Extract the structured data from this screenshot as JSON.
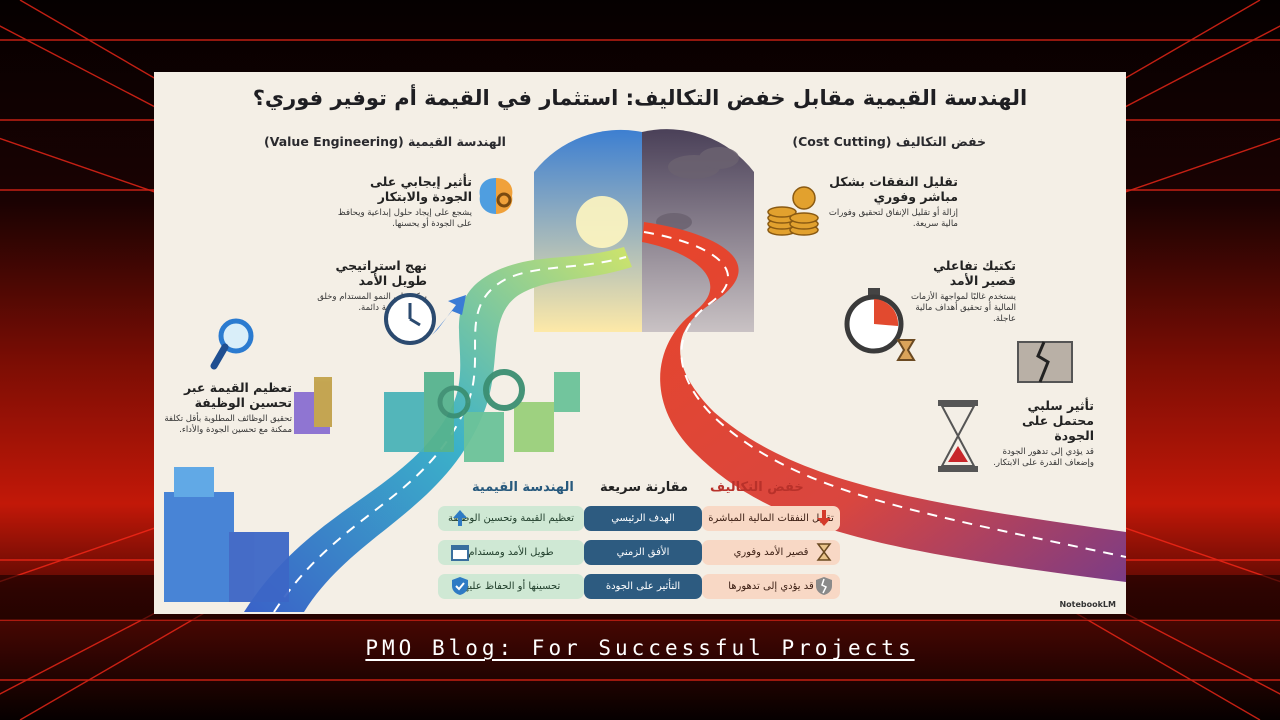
{
  "infographic": {
    "title": "الهندسة القيمية مقابل خفض التكاليف: استثمار في القيمة أم توفير فوري؟",
    "left_heading": "الهندسة القيمية (Value Engineering)",
    "right_heading": "خفض التكاليف (Cost Cutting)",
    "left_features": [
      {
        "title": "تأثير إيجابي على الجودة والابتكار",
        "desc": "يشجع على إيجاد حلول إبداعية ويحافظ على الجودة أو يحسنها.",
        "icon": "brain-gear-icon"
      },
      {
        "title": "نهج استراتيجي طويل الأمد",
        "desc": "يركز على النمو المستدام وخلق ميزة تنافسية دائمة.",
        "icon": "clock-arrow-icon"
      },
      {
        "title": "تعظيم القيمة عبر تحسين الوظيفة",
        "desc": "تحقيق الوظائف المطلوبة بأقل تكلفة ممكنة مع تحسين الجودة والأداء.",
        "icon": "magnifier-icon"
      }
    ],
    "right_features": [
      {
        "title": "تقليل النفقات بشكل مباشر وفوري",
        "desc": "إزالة أو تقليل الإنفاق لتحقيق وفورات مالية سريعة.",
        "icon": "coins-icon"
      },
      {
        "title": "تكتيك تفاعلي قصير الأمد",
        "desc": "يستخدم غالبًا لمواجهة الأزمات المالية أو تحقيق أهداف مالية عاجلة.",
        "icon": "stopwatch-icon"
      },
      {
        "title": "تأثير سلبي محتمل على الجودة",
        "desc": "قد يؤدي إلى تدهور الجودة وإضعاف القدرة على الابتكار.",
        "icon": "hourglass-icon"
      }
    ],
    "comparison": {
      "header_left": "الهندسة القيمية",
      "header_center": "مقارنة سريعة",
      "header_right": "خفض التكاليف",
      "rows": [
        {
          "left": "تعظيم القيمة وتحسين الوظيفة",
          "center": "الهدف الرئيسي",
          "right": "تقليل النفقات المالية المباشرة",
          "left_icon": "arrow-up-icon",
          "right_icon": "arrow-down-icon"
        },
        {
          "left": "طويل الأمد ومستدام",
          "center": "الأفق الزمني",
          "right": "قصير الأمد وفوري",
          "left_icon": "calendar-icon",
          "right_icon": "hourglass-icon"
        },
        {
          "left": "تحسينها أو الحفاظ عليها",
          "center": "التأثير على الجودة",
          "right": "قد يؤدي إلى تدهورها",
          "left_icon": "shield-check-icon",
          "right_icon": "broken-shield-icon"
        }
      ]
    },
    "brand": "NotebookLM"
  },
  "footer": {
    "text": "PMO Blog: For Successful Projects"
  },
  "colors": {
    "background": "#050000",
    "horizon_red": "#c21808",
    "grid_line": "#ff2a1a",
    "value_green": "#cfe8d4",
    "cost_orange": "#f8d8c5",
    "center_blue": "#2d5b80"
  }
}
